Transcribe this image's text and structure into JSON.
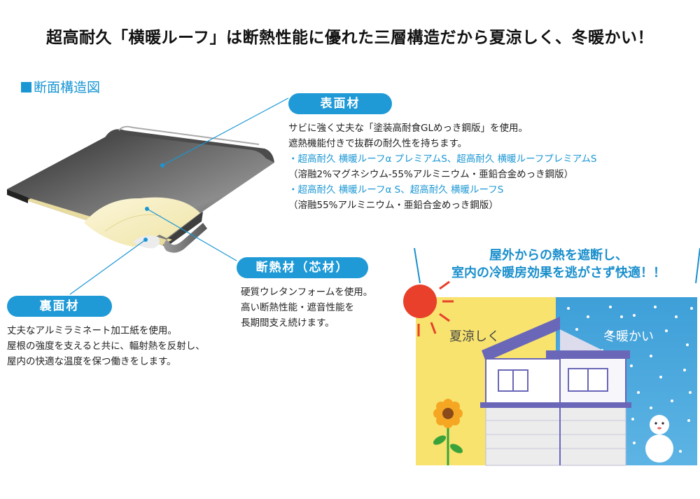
{
  "headline": "超高耐久「横暖ルーフ」は断熱性能に優れた三層構造だから夏涼しく、冬暖かい！",
  "section_title": "断面構造図",
  "surface": {
    "label": "表面材",
    "lines": [
      "サビに強く丈夫な「塗装高耐食GLめっき鋼版」を使用。",
      "遮熱機能付きで抜群の耐久性を持ちます。",
      "・超高耐久 横暖ルーフα プレミアムS、超高耐久 横暖ルーフプレミアムS",
      "（溶融2%マグネシウム-55%アルミニウム・亜鉛合金めっき鋼版）",
      "・超高耐久 横暖ルーフα S、超高耐久 横暖ルーフS",
      "（溶融55%アルミニウム・亜鉛合金めっき鋼版）"
    ]
  },
  "insulation": {
    "label": "断熱材（芯材）",
    "lines": [
      "硬質ウレタンフォームを使用。",
      "高い断熱性能・遮音性能を",
      "長期間支え続けます。"
    ]
  },
  "backing": {
    "label": "裏面材",
    "lines": [
      "丈夫なアルミラミネート加工紙を使用。",
      "屋根の強度を支えると共に、輻射熱を反射し、",
      "屋内の快適な温度を保つ働きをします。"
    ]
  },
  "message": {
    "line1": "屋外からの熱を遮断し、",
    "line2": "室内の冷暖房効果を逃がさず快適！！"
  },
  "illustration": {
    "summer_label": "夏涼しく",
    "winter_label": "冬暖かい"
  },
  "colors": {
    "accent": "#1f9ad6",
    "summer_bg": "#f7e36e",
    "winter_bg": "#4aa8dc",
    "roof": "#6a66b8"
  }
}
